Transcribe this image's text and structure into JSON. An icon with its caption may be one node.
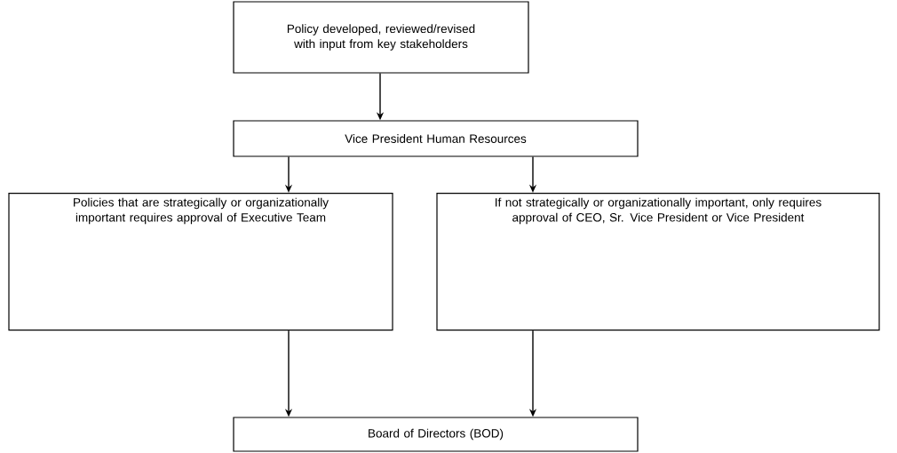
{
  "diagram": {
    "nodes": [
      {
        "text": [
          "Policy developed, reviewed/revised with input from key stakeholders"
        ]
      },
      {
        "text": [
          "Vice President Human Resources"
        ]
      },
      {
        "text": [
          "Policies that are strategically or organizationally important requires approval of Executive Team"
        ]
      },
      {
        "text": [
          "If not strategically or organizationally important, only requires approval of CEO, Sr. Vice President or Vice President"
        ]
      },
      {
        "text": [
          "Board of Directors (BOD)"
        ]
      }
    ],
    "edges": [
      {
        "from": 0,
        "to": 1,
        "arrow": "to"
      },
      {
        "from": 1,
        "to": 2,
        "arrow": "to"
      },
      {
        "from": 1,
        "to": 3,
        "arrow": "to"
      },
      {
        "from": 2,
        "to": 4,
        "arrow": "to"
      },
      {
        "from": 3,
        "to": 4,
        "arrow": "to"
      }
    ]
  }
}
